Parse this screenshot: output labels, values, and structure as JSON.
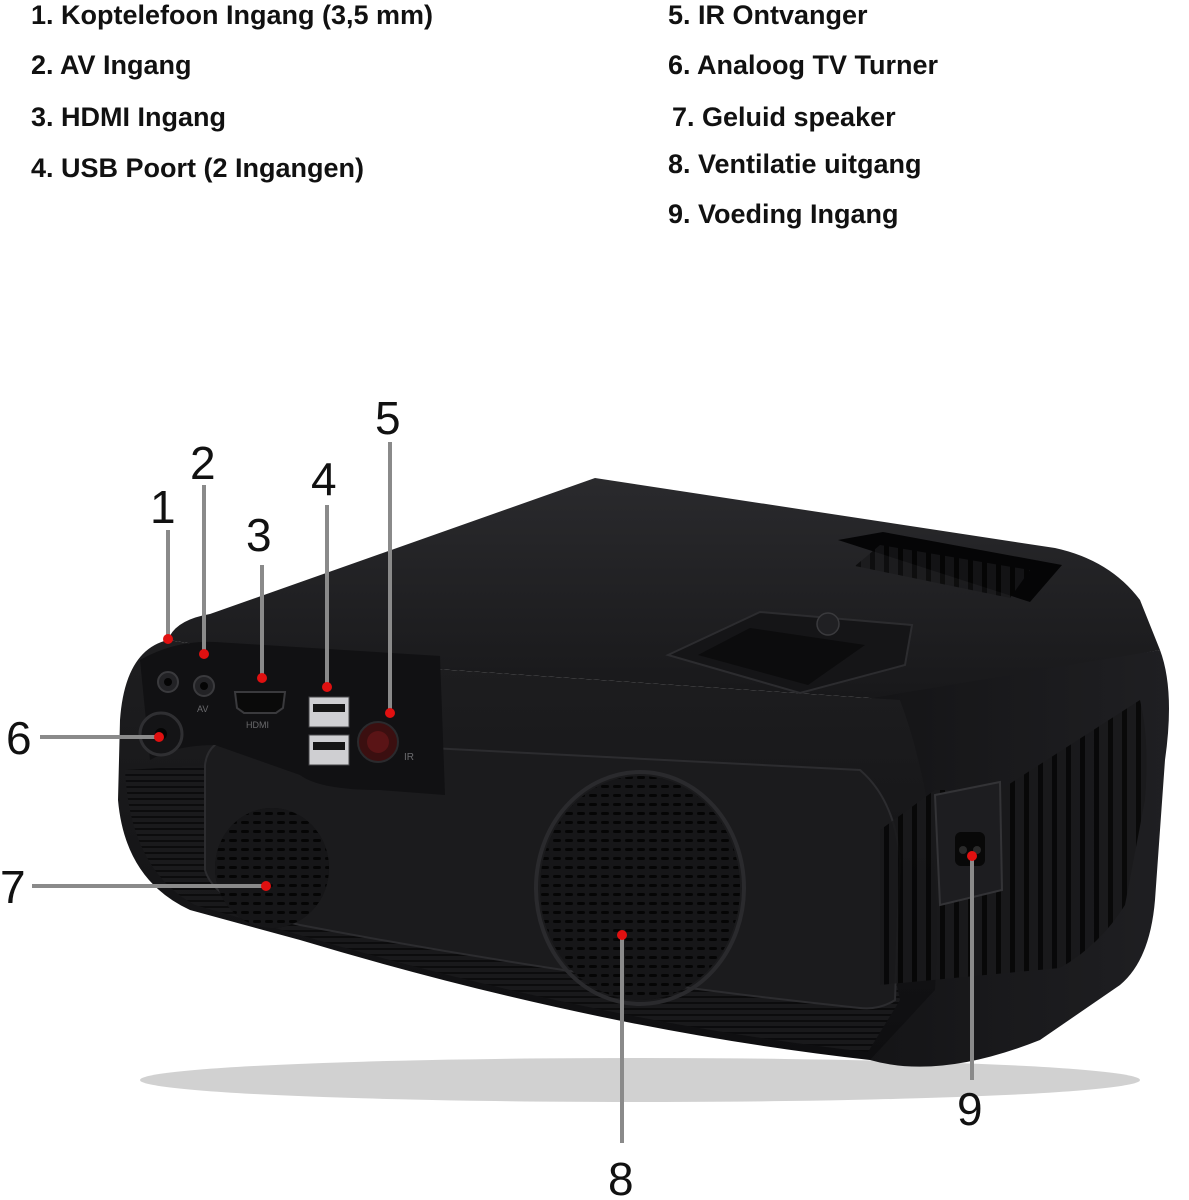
{
  "legend": {
    "left": [
      "1. Koptelefoon Ingang (3,5 mm)",
      "2. AV Ingang",
      "3. HDMI Ingang",
      "4. USB Poort (2 Ingangen)"
    ],
    "right": [
      "5. IR Ontvanger",
      "6. Analoog TV Turner",
      "7. Geluid speaker",
      "8. Ventilatie uitgang",
      "9. Voeding Ingang"
    ]
  },
  "callouts": [
    "1",
    "2",
    "3",
    "4",
    "5",
    "6",
    "7",
    "8",
    "9"
  ],
  "port_labels": {
    "av": "AV",
    "hdmi": "HDMI",
    "ir": "IR"
  },
  "colors": {
    "marker": "#e01010",
    "leader_line": "#8a8a8a",
    "body": "#1c1c1e",
    "body_top": "#232325",
    "vent": "#0a0a0a"
  }
}
